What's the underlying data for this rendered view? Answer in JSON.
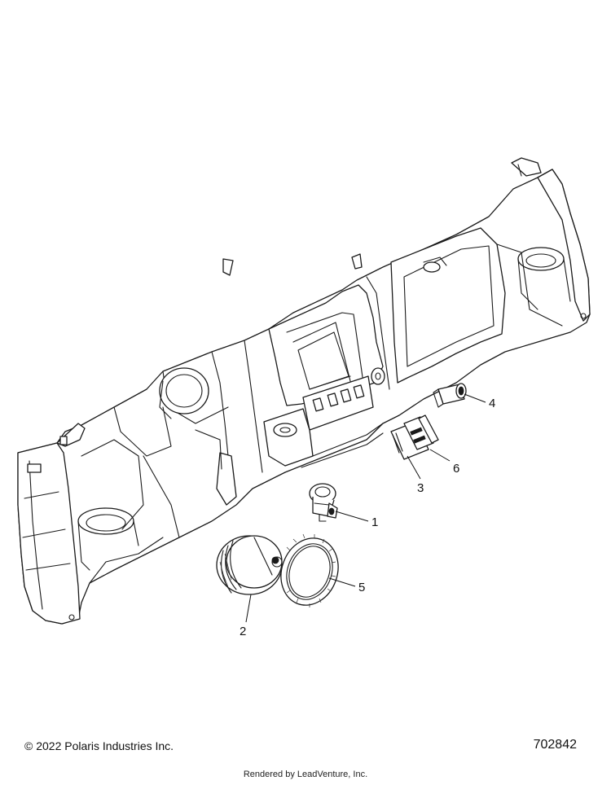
{
  "callouts": [
    {
      "id": "1",
      "label": "1"
    },
    {
      "id": "2",
      "label": "2"
    },
    {
      "id": "3",
      "label": "3"
    },
    {
      "id": "4",
      "label": "4"
    },
    {
      "id": "5",
      "label": "5"
    },
    {
      "id": "6",
      "label": "6"
    }
  ],
  "footer": {
    "copyright": "© 2022 Polaris Industries Inc.",
    "diagram_number": "702842",
    "credit": "Rendered by LeadVenture, Inc."
  }
}
